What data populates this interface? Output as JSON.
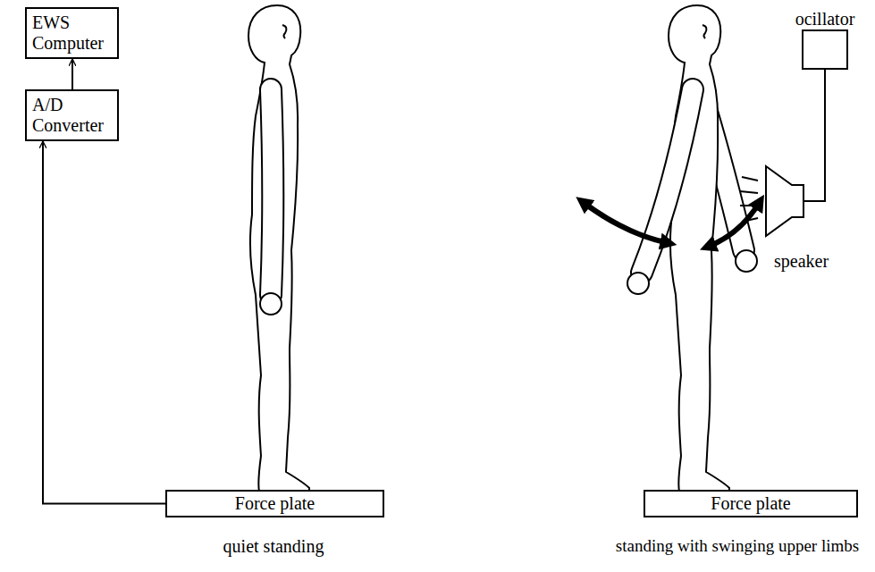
{
  "diagram": {
    "nodes": [
      {
        "text": [
          "EWS Computer"
        ]
      },
      {
        "text": [
          "A/D Converter"
        ]
      },
      {
        "text": [
          "Force plate"
        ]
      },
      {
        "text": [
          "Force plate"
        ]
      },
      {
        "text": [
          "ocillator"
        ]
      },
      {
        "text": [
          "speaker"
        ]
      }
    ],
    "edges": [
      {
        "from": 1,
        "to": 0,
        "arrow": "to"
      },
      {
        "from": 2,
        "to": 1,
        "arrow": "to"
      },
      {
        "from": 4,
        "to": 5,
        "arrow": "none"
      }
    ],
    "labels": [
      "quiet standing",
      "standing with swinging upper limbs"
    ]
  }
}
